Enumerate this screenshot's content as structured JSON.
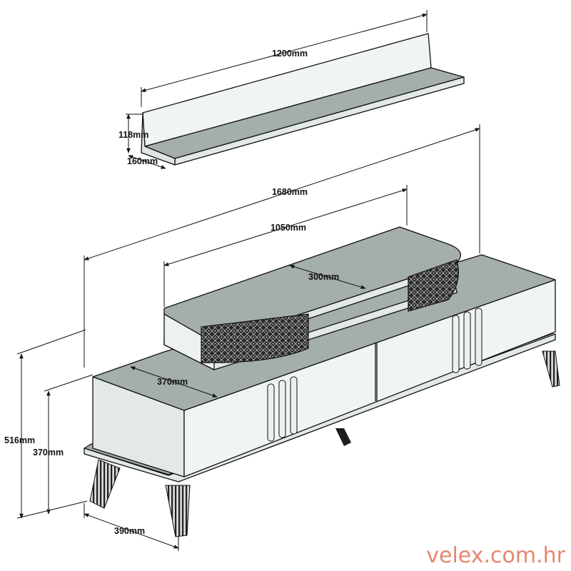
{
  "dimensions": {
    "shelf_width": "1200mm",
    "shelf_height": "118mm",
    "shelf_depth": "160mm",
    "unit_width": "1680mm",
    "top_tier_width": "1050mm",
    "top_tier_gap": "300mm",
    "cabinet_depth_inner": "370mm",
    "total_height": "516mm",
    "body_height": "370mm",
    "unit_depth": "390mm"
  },
  "brand": {
    "watermark": "velex.com.hr"
  },
  "colors": {
    "surface_top": "#a4aeac",
    "panel_light": "#f1f4f4",
    "panel_side": "#e3e8e8",
    "line": "#111111",
    "watermark": "#e3886f"
  }
}
